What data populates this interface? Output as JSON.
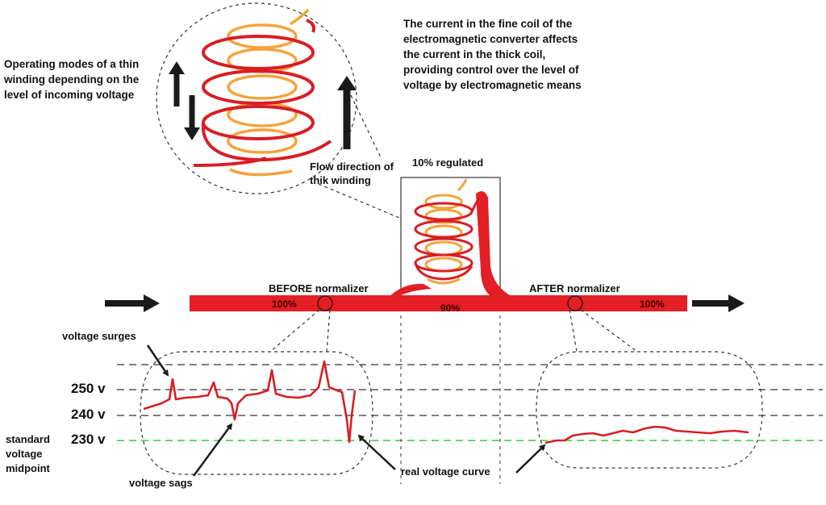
{
  "colors": {
    "wire": "#e31e24",
    "coil_fine": "#f5a33a",
    "coil_thick": "#d81e25",
    "standard_line": "#33cc33",
    "arrow": "#1a1a1a",
    "dashed": "#333333"
  },
  "labels": {
    "operating_modes": "Operating modes of a thin winding depending on the level of incoming voltage",
    "converter_note": "The current in the fine coil of the electromagnetic converter affects the current in the thick coil, providing control over the level of voltage by electromagnetic means",
    "flow_direction": "Flow direction of thik winding",
    "regulated": "10% regulated",
    "before": "BEFORE normalizer",
    "after": "AFTER normalizer",
    "pct_in": "100%",
    "pct_mid": "90%",
    "pct_out": "100%",
    "voltage_surges": "voltage surges",
    "voltage_sags": "voltage sags",
    "real_voltage_curve": "real voltage curve",
    "v250": "250 v",
    "v240": "240 v",
    "v230": "230 v",
    "standard_midpoint": "standard voltage midpoint"
  },
  "icons": [
    "arrow-up-icon",
    "arrow-down-icon",
    "arrow-right-icon"
  ]
}
